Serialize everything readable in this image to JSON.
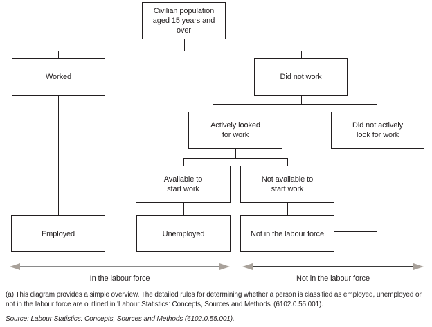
{
  "diagram": {
    "nodes": {
      "civilian": {
        "label": "Civilian population\naged 15 years and\nover"
      },
      "worked": {
        "label": "Worked"
      },
      "did_not_work": {
        "label": "Did not work"
      },
      "actively_looked": {
        "label": "Actively looked\nfor work"
      },
      "did_not_actively": {
        "label": "Did not actively\nlook for work"
      },
      "available": {
        "label": "Available to\nstart work"
      },
      "not_available": {
        "label": "Not available to\nstart work"
      },
      "employed": {
        "label": "Employed"
      },
      "unemployed": {
        "label": "Unemployed"
      },
      "not_in_labour_force": {
        "label": "Not in the labour force"
      }
    },
    "axes": {
      "in_labour_force": {
        "label": "In the labour force"
      },
      "not_in_labour_force": {
        "label": "Not in the labour force"
      }
    }
  },
  "footnote": "(a) This diagram provides a simple overview. The detailed rules for determining whether a person is classified as employed, unemployed or\nnot in the labour force are outlined in 'Labour Statistics: Concepts, Sources and Methods' (6102.0.55.001).",
  "source": "Source: Labour Statistics: Concepts, Sources and Methods (6102.0.55.001).",
  "colors": {
    "box_border": "#231f20",
    "arrow_head": "#a8a19a",
    "left_arrow_shaft": "#8a8a8a",
    "right_arrow_shaft": "#3a3a3a"
  }
}
